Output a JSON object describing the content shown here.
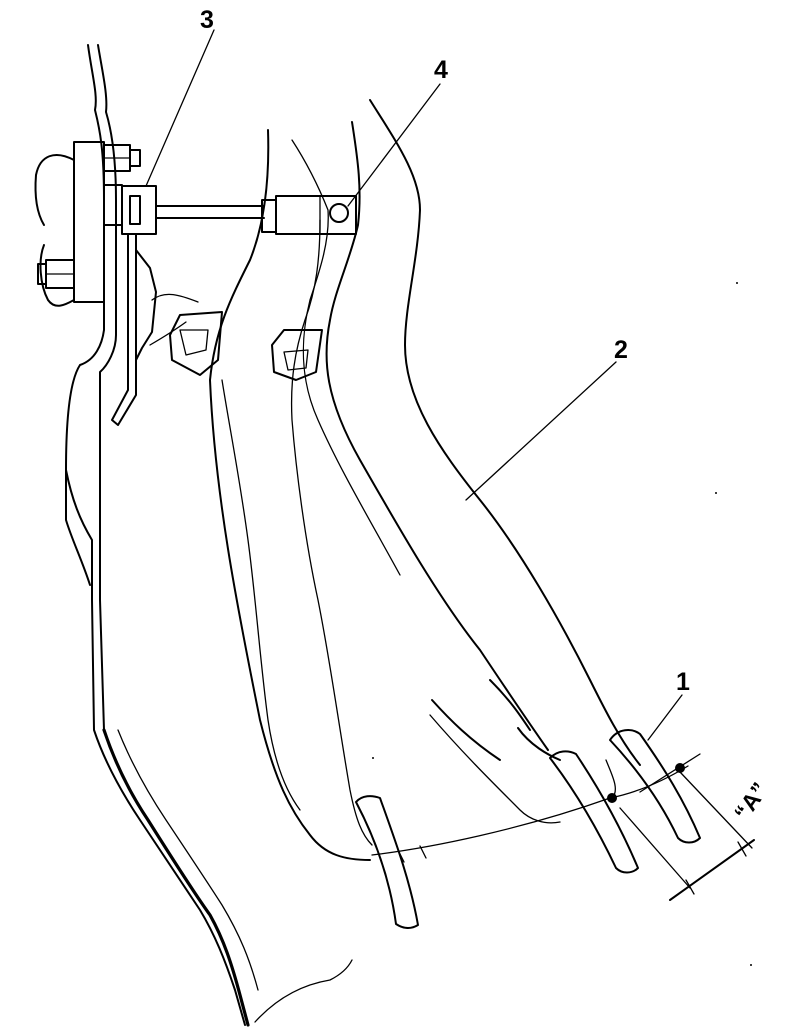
{
  "callouts": [
    {
      "id": "1",
      "text": "1"
    },
    {
      "id": "2",
      "text": "2"
    },
    {
      "id": "3",
      "text": "3"
    },
    {
      "id": "4",
      "text": "4"
    }
  ],
  "dimension": {
    "text": "“A”"
  }
}
